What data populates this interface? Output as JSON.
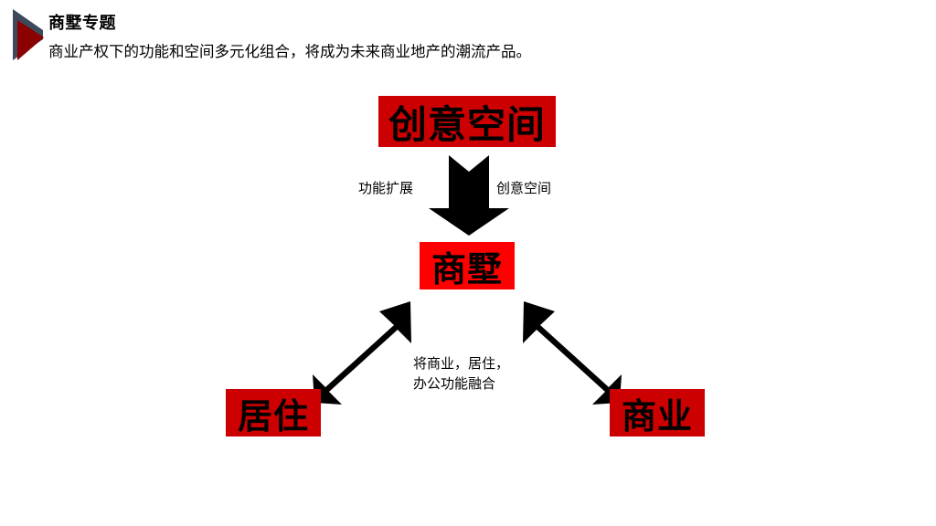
{
  "header": {
    "title": "商墅专题",
    "subtitle": "商业产权下的功能和空间多元化组合，将成为未来商业地产的潮流产品。",
    "marker_icon": "play-triangle-icon",
    "marker_colors": {
      "back": "#3D4A5C",
      "front": "#8B0000"
    }
  },
  "diagram": {
    "type": "relationship-diagram",
    "nodes": [
      {
        "id": "creative",
        "label": "创意空间",
        "color": "#CC0000",
        "text_color": "#000000"
      },
      {
        "id": "center",
        "label": "商墅",
        "color": "#FF0000",
        "text_color": "#000000"
      },
      {
        "id": "residential",
        "label": "居住",
        "color": "#CC0000",
        "text_color": "#000000"
      },
      {
        "id": "commercial",
        "label": "商业",
        "color": "#CC0000",
        "text_color": "#000000"
      }
    ],
    "arrows": [
      {
        "id": "creative-to-center",
        "from": "creative",
        "to": "center",
        "direction": "down",
        "color": "#000000"
      },
      {
        "id": "residential-to-center",
        "from": "residential",
        "to": "center",
        "direction": "up-right",
        "color": "#000000"
      },
      {
        "id": "commercial-to-center",
        "from": "commercial",
        "to": "center",
        "direction": "up-left",
        "color": "#000000"
      }
    ],
    "labels": {
      "function_expansion": "功能扩展",
      "creative_space": "创意空间",
      "fusion_line1": "将商业，居住，",
      "fusion_line2": "办公功能融合"
    }
  }
}
